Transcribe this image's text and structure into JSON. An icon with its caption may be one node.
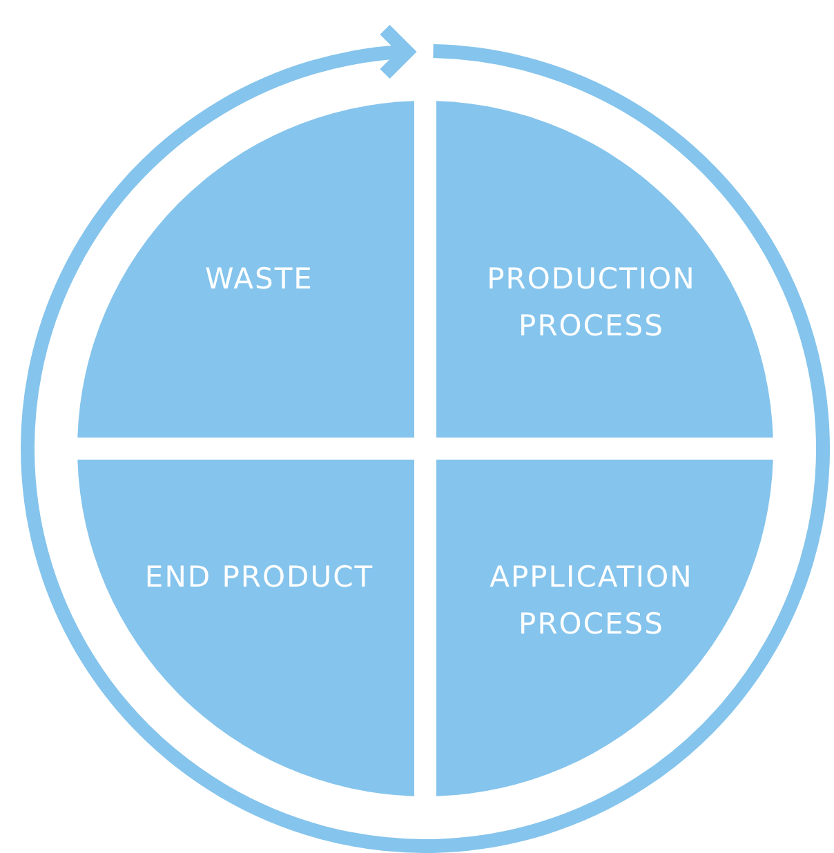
{
  "diagram": {
    "nodes": [
      {
        "text": [
          "WASTE"
        ]
      },
      {
        "text": [
          "PRODUCTION PROCESS"
        ]
      },
      {
        "text": [
          "END PRODUCT"
        ]
      },
      {
        "text": [
          "APPLICATION PROCESS"
        ]
      }
    ]
  }
}
